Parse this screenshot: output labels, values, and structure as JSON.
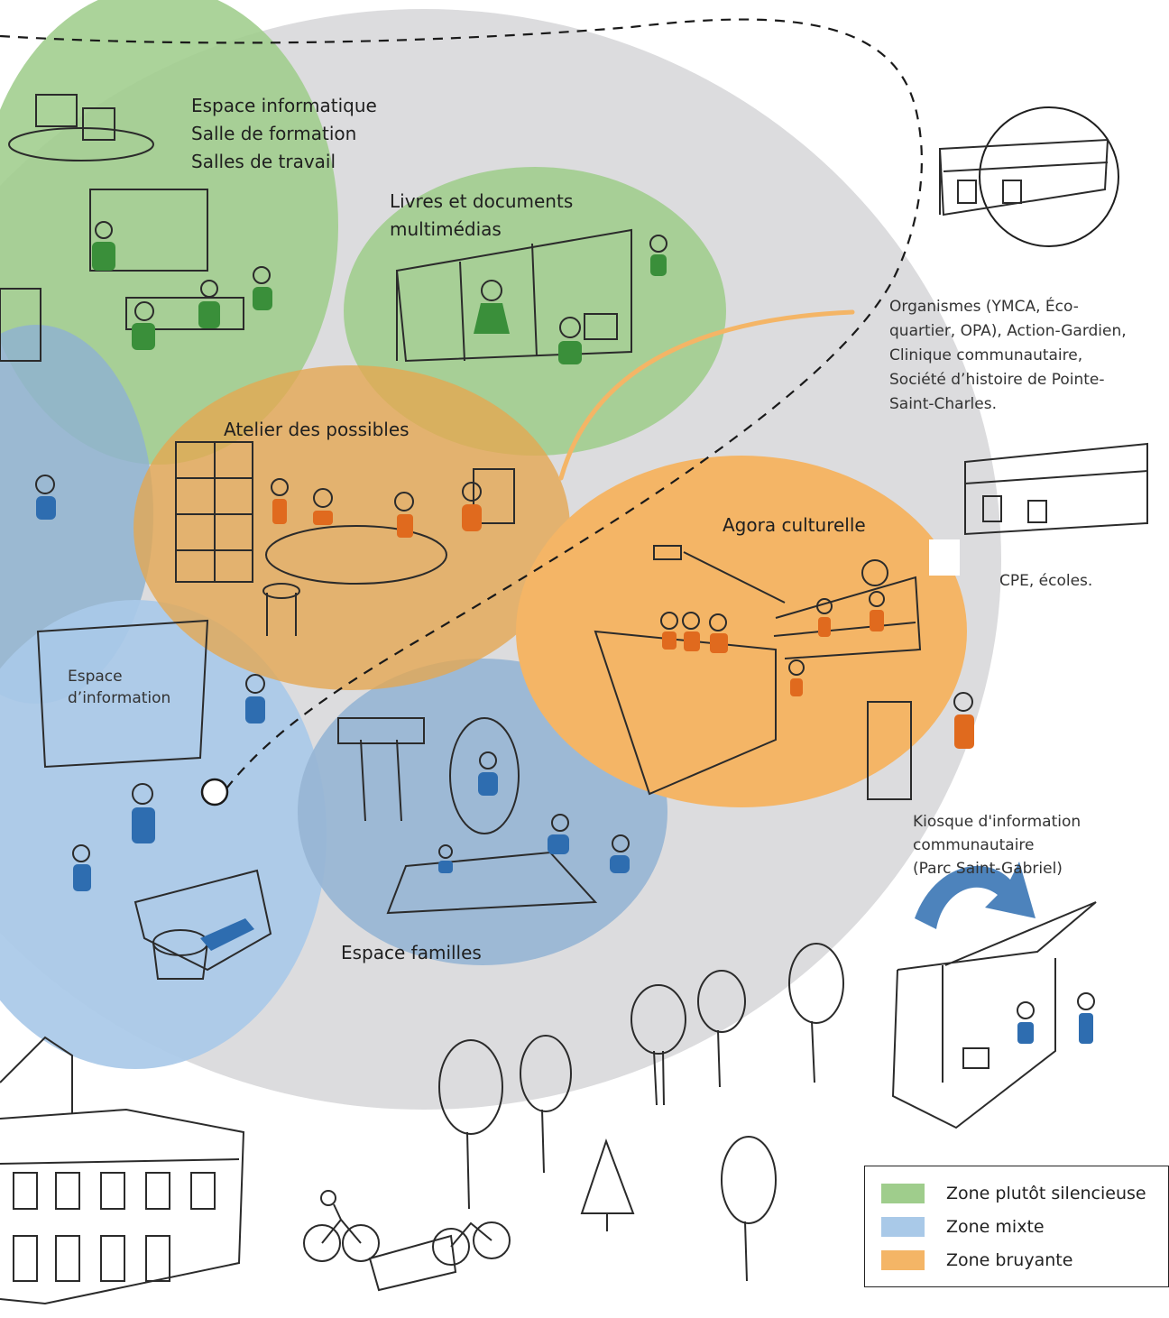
{
  "colors": {
    "background_zone": "#dcdcde",
    "silent": "#9fcd8c",
    "mixed": "#a9c9e8",
    "noisy": "#f4b566",
    "accent_line": "#f4b566",
    "ink": "#2b2b2b",
    "figure_green": "#3a8f3a",
    "figure_blue": "#2e6db0",
    "figure_orange": "#e06a1e"
  },
  "zones": {
    "informatique": [
      "Espace informatique",
      "Salle de formation",
      "Salles de travail"
    ],
    "livres": [
      "Livres et documents",
      "multimédias"
    ],
    "atelier": "Atelier des possibles",
    "agora": "Agora culturelle",
    "information": [
      "Espace",
      "d’information"
    ],
    "familles": "Espace familles"
  },
  "annotations": {
    "organismes": [
      "Organismes (YMCA, Éco-",
      "quartier, OPA), Action-Gardien,",
      "Clinique communautaire,",
      "Société d’histoire de Pointe-",
      "Saint-Charles."
    ],
    "cpe": "CPE, écoles.",
    "kiosque": [
      "Kiosque d'information",
      "communautaire",
      "(Parc Saint-Gabriel)"
    ]
  },
  "legend": {
    "items": [
      {
        "label": "Zone plutôt silencieuse",
        "color": "#9fcd8c"
      },
      {
        "label": "Zone mixte",
        "color": "#a9c9e8"
      },
      {
        "label": "Zone bruyante",
        "color": "#f4b566"
      }
    ]
  },
  "icons": [
    "building-sketch-icon",
    "school-building-icon",
    "kiosk-sketch-icon",
    "tree-icon",
    "bicycle-icon",
    "town-hall-icon",
    "person-figure-icon",
    "location-marker-icon"
  ]
}
